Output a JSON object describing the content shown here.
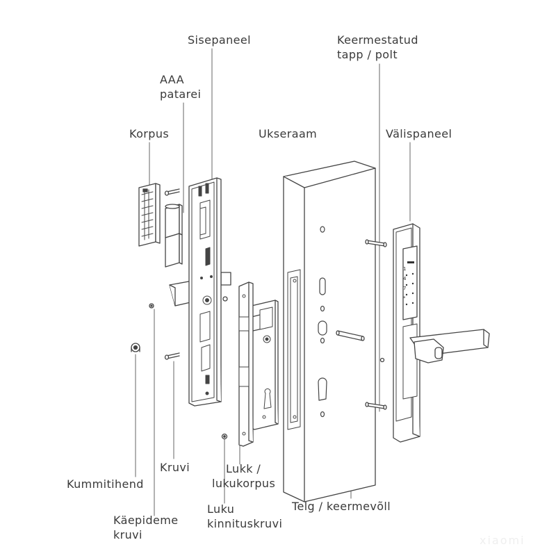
{
  "diagram": {
    "labels": {
      "sisepaneel": "Sisepaneel",
      "aaa_patarei": [
        "AAA",
        "patarei"
      ],
      "korpus": "Korpus",
      "ukseraam": "Ukseraam",
      "keermestatud": [
        "Keermestatud",
        "tapp / polt"
      ],
      "valispaneel": "Välispaneel",
      "kruvi": "Kruvi",
      "kummitihend": "Kummitihend",
      "lukk": [
        "Lukk /",
        "lukukorpus"
      ],
      "kaepideme": [
        "Käepideme",
        "kruvi"
      ],
      "luku_kinnitus": [
        "Luku",
        "kinnituskruvi"
      ],
      "telg": "Telg / keermevõll"
    },
    "keypad": {
      "keys": [
        "1",
        "4",
        "7",
        "*"
      ]
    },
    "watermark": "xiaomi"
  }
}
